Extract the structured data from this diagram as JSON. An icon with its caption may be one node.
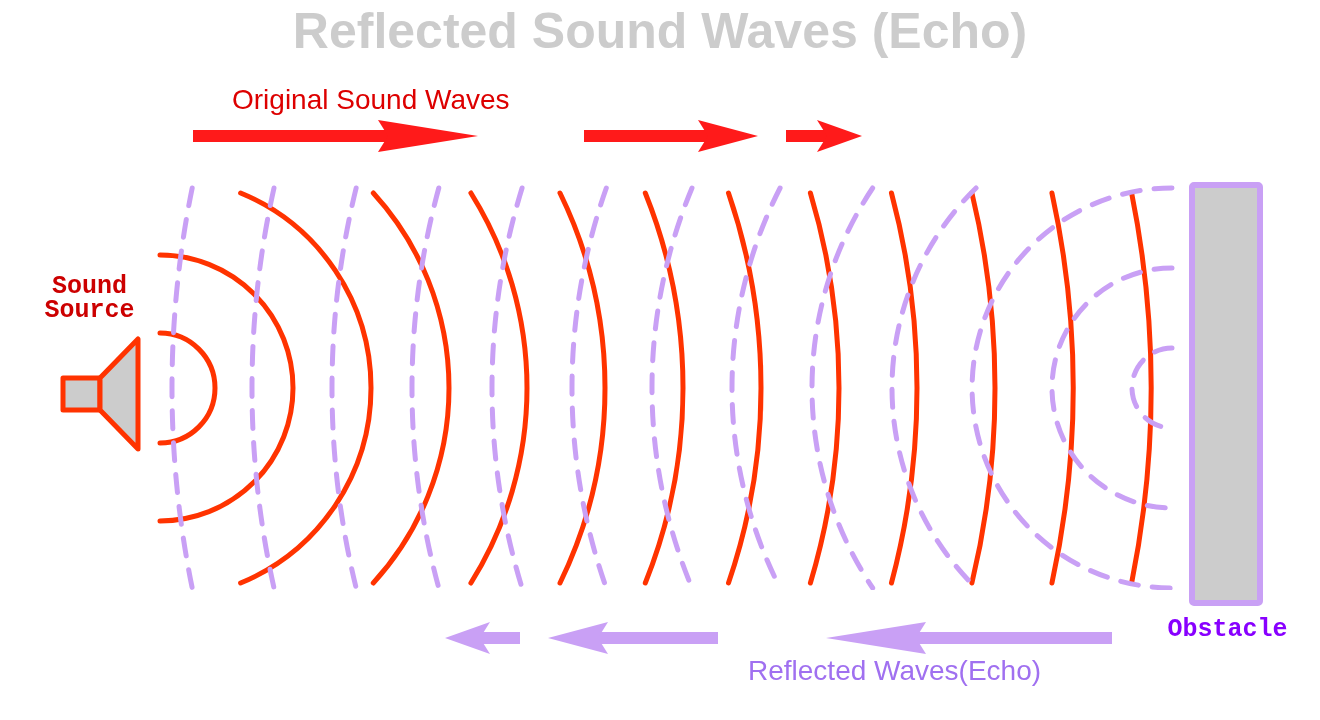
{
  "diagram": {
    "title": "Reflected Sound Waves (Echo)",
    "nodes": [
      {
        "text": [
          "Sound Source"
        ]
      },
      {
        "text": [
          "Obstacle"
        ]
      }
    ],
    "edges": [],
    "labels": [
      "Original Sound Waves",
      "Reflected Waves(Echo)"
    ]
  }
}
